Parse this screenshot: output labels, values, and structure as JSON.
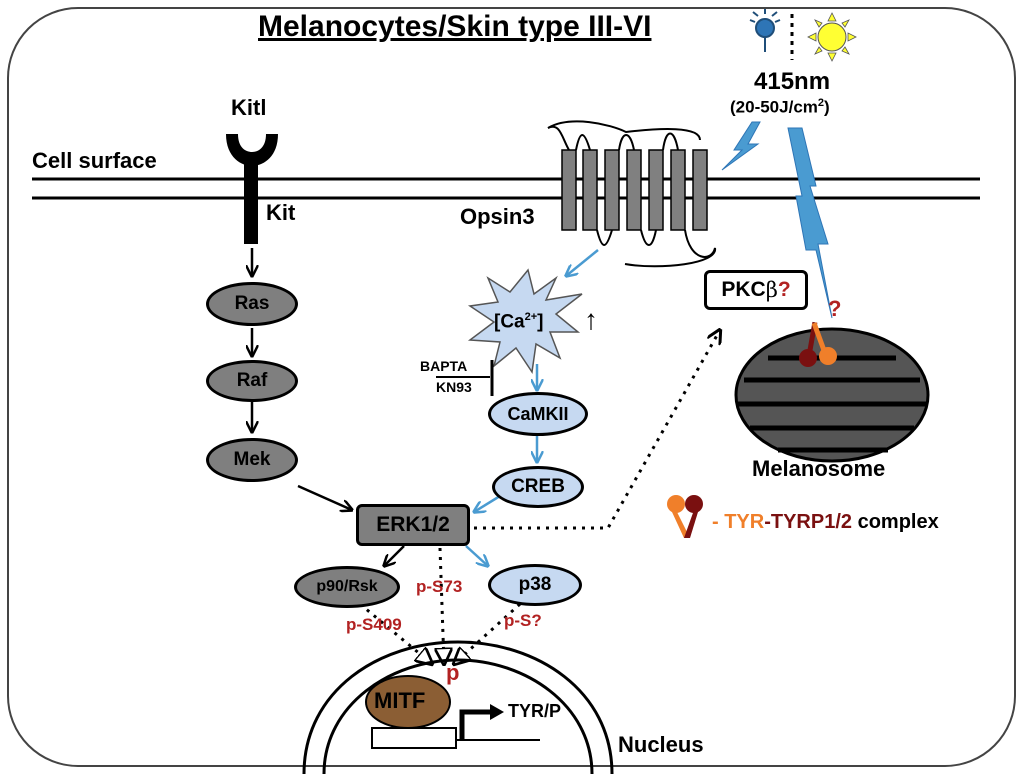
{
  "title": "Melanocytes/Skin type III-VI",
  "light": {
    "wavelength": "415nm",
    "dose_prefix": "(20-50J/cm",
    "dose_sup": "2",
    "dose_suffix": ")"
  },
  "membrane": {
    "label": "Cell surface"
  },
  "receptors": {
    "ligand": "Kitl",
    "kit": "Kit",
    "opsin": "Opsin3"
  },
  "mapk": {
    "ras": "Ras",
    "raf": "Raf",
    "mek": "Mek",
    "erk": "ERK1/2",
    "p90": "p90/Rsk",
    "p38": "p38"
  },
  "calcium": {
    "ca_open": "[Ca",
    "ca_sup": "2+",
    "ca_close": "]",
    "up_arrow": "↑",
    "bapta": "BAPTA",
    "kn93": "KN93",
    "camkii": "CaMKII",
    "creb": "CREB"
  },
  "pkc": {
    "label_prefix": "PKC",
    "beta": "β",
    "question": "?"
  },
  "phospho": {
    "s409": "p-S409",
    "s73": "p-S73",
    "s_unknown": "p-S?",
    "p": "p"
  },
  "melanosome": {
    "label": "Melanosome",
    "question": "?"
  },
  "legend": {
    "dash": "- ",
    "tyr": "TYR",
    "tyrp": "-TYRP1/2",
    "rest": " complex"
  },
  "nucleus": {
    "label": "Nucleus",
    "mitf": "MITF",
    "target": "TYR/P"
  },
  "colors": {
    "grey_node": "#7f7f7f",
    "blue_node": "#c6d9f1",
    "arrow_blue": "#4a9bd1",
    "phospho_red": "#b22222",
    "tyr_orange": "#f07f2a",
    "tyrp_dark": "#7a1010",
    "mitf_brown": "#8b5e34"
  }
}
